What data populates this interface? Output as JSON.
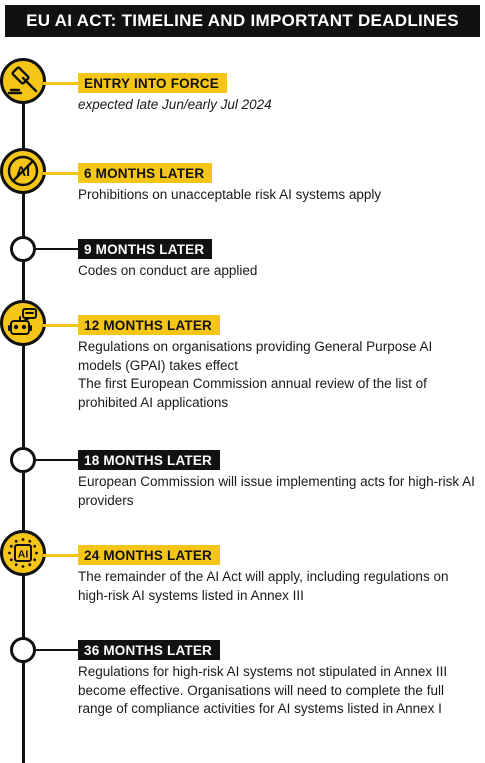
{
  "title": "EU AI ACT: TIMELINE AND IMPORTANT DEADLINES",
  "colors": {
    "accent": "#f5c518",
    "dark": "#111111",
    "text": "#1a1a1a"
  },
  "milestones": [
    {
      "label": "ENTRY INTO FORCE",
      "icon": "gavel-icon",
      "style": "yellow",
      "lines": [
        "expected late Jun/early Jul 2024"
      ]
    },
    {
      "label": "6 MONTHS LATER",
      "icon": "prohibited-ai-icon",
      "style": "yellow",
      "lines": [
        "Prohibitions on unacceptable risk AI systems apply"
      ]
    },
    {
      "label": "9 MONTHS LATER",
      "icon": "",
      "style": "black",
      "lines": [
        "Codes on conduct are applied"
      ]
    },
    {
      "label": "12 MONTHS LATER",
      "icon": "robot-chat-icon",
      "style": "yellow",
      "lines": [
        "Regulations on organisations providing General Purpose AI models (GPAI) takes effect",
        "The first European Commission annual review of the list of prohibited AI applications"
      ]
    },
    {
      "label": "18 MONTHS LATER",
      "icon": "",
      "style": "black",
      "lines": [
        "European Commission will issue implementing acts for high-risk AI providers"
      ]
    },
    {
      "label": "24 MONTHS LATER",
      "icon": "eu-ai-stars-icon",
      "style": "yellow",
      "lines": [
        "The remainder of the AI Act will apply, including regulations on high-risk AI systems listed in Annex III"
      ]
    },
    {
      "label": "36 MONTHS LATER",
      "icon": "",
      "style": "black",
      "lines": [
        "Regulations for high-risk AI systems not stipulated in Annex III become effective. Organisations will need to complete the full range of compliance activities for AI systems listed in Annex I"
      ]
    }
  ],
  "icon_text": {
    "prohibited_ai": "AI",
    "eu_ai": "AI"
  }
}
